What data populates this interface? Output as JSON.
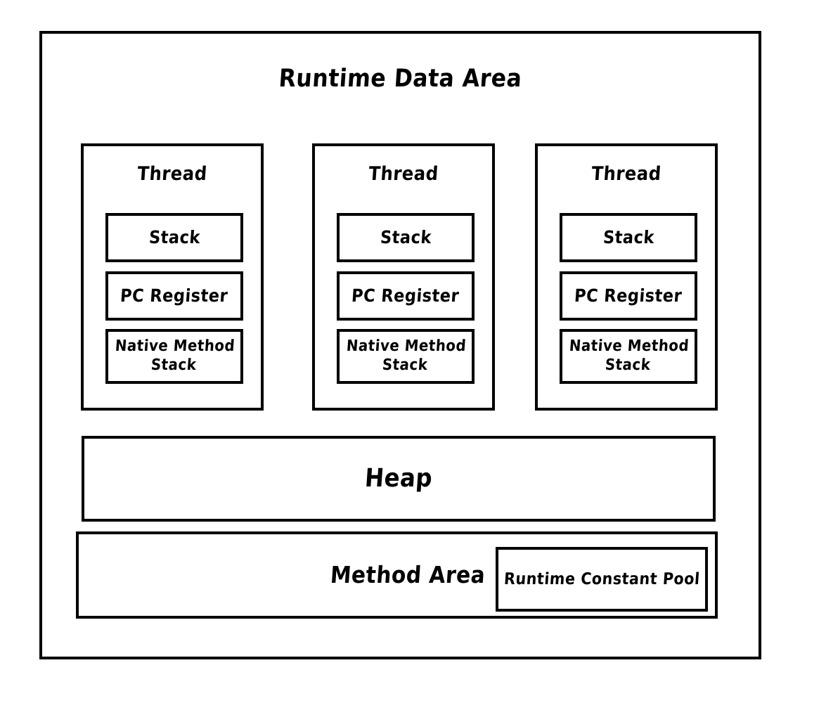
{
  "diagram": {
    "title": "Runtime Data Area",
    "type": "block-diagram",
    "style": "hand-drawn sketch, black outlines on white background",
    "colors": {
      "stroke": "#000000",
      "background": "#ffffff",
      "text": "#000000"
    },
    "threads": [
      {
        "title": "Thread",
        "slots": [
          {
            "label": "Stack"
          },
          {
            "label": "PC Register"
          },
          {
            "label": "Native Method Stack"
          }
        ]
      },
      {
        "title": "Thread",
        "slots": [
          {
            "label": "Stack"
          },
          {
            "label": "PC Register"
          },
          {
            "label": "Native Method Stack"
          }
        ]
      },
      {
        "title": "Thread",
        "slots": [
          {
            "label": "Stack"
          },
          {
            "label": "PC Register"
          },
          {
            "label": "Native Method Stack"
          }
        ]
      }
    ],
    "heap": {
      "label": "Heap"
    },
    "method_area": {
      "label": "Method Area",
      "runtime_constant_pool": {
        "label": "Runtime Constant Pool"
      }
    }
  }
}
